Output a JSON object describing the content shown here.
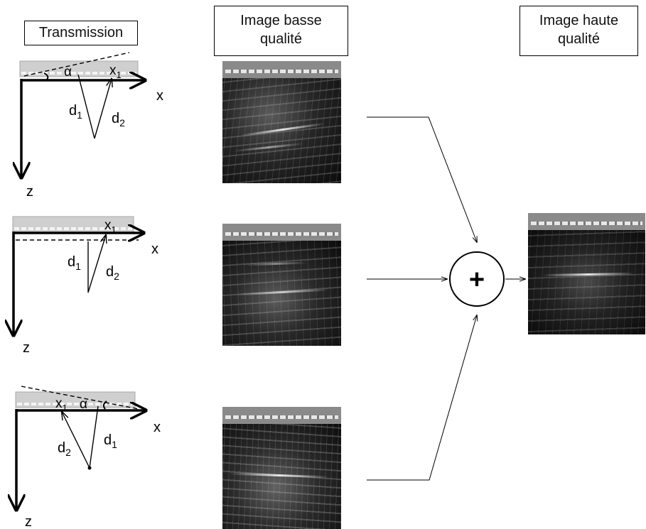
{
  "headers": {
    "transmission": "Transmission",
    "low_quality": [
      "Image basse",
      "qualité"
    ],
    "high_quality": [
      "Image haute",
      "qualité"
    ]
  },
  "rows": [
    {
      "angle_label": "α",
      "x1": "x",
      "x1_sub": "1",
      "d_left": "d",
      "d_left_sub": "1",
      "d_right": "d",
      "d_right_sub": "2",
      "x_axis": "x",
      "z_axis": "z"
    },
    {
      "x1": "x",
      "x1_sub": "1",
      "d_left": "d",
      "d_left_sub": "1",
      "d_right": "d",
      "d_right_sub": "2",
      "x_axis": "x",
      "z_axis": "z"
    },
    {
      "angle_label": "α",
      "x1": "x",
      "x1_sub": "1",
      "d_left": "d",
      "d_left_sub": "2",
      "d_right": "d",
      "d_right_sub": "1",
      "x_axis": "x",
      "z_axis": "z"
    }
  ],
  "sum_symbol": "+",
  "images": [
    {
      "icon": "ultrasound-low-quality-1"
    },
    {
      "icon": "ultrasound-low-quality-2"
    },
    {
      "icon": "ultrasound-low-quality-3"
    },
    {
      "icon": "ultrasound-high-quality"
    }
  ]
}
